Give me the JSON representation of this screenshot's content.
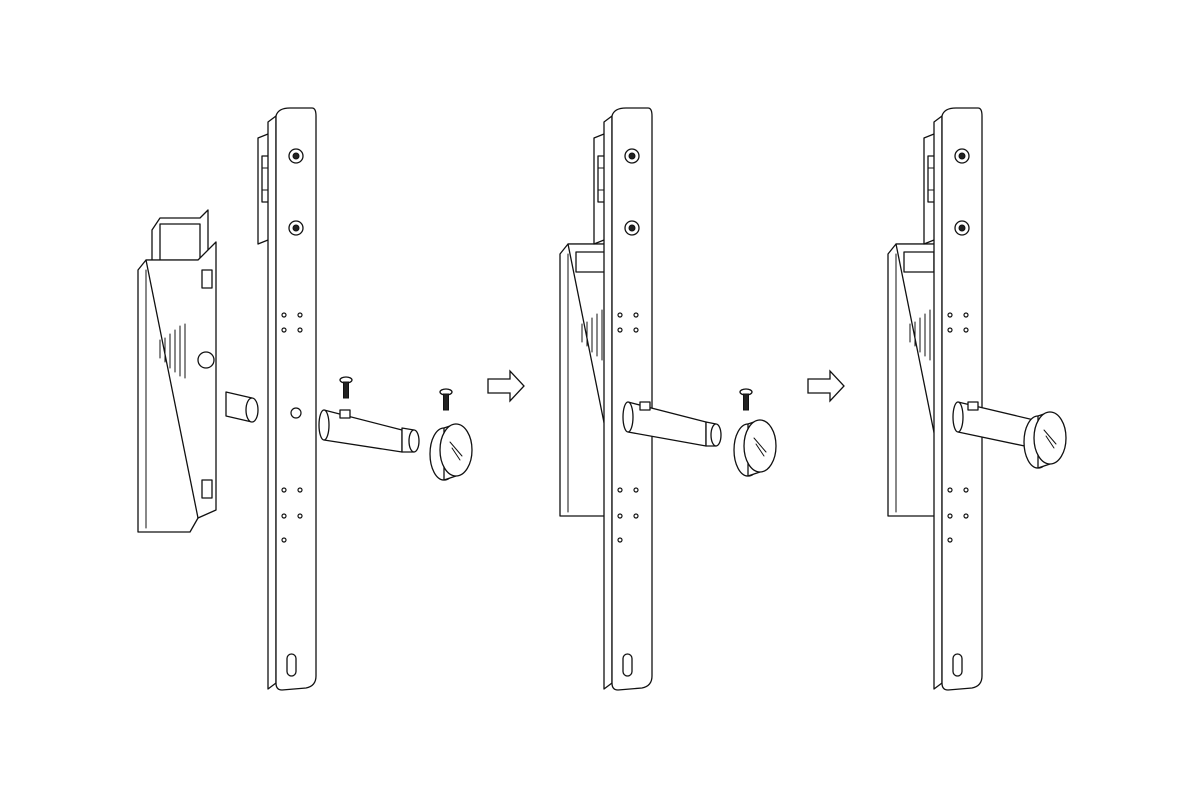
{
  "diagram": {
    "steps": [
      {
        "id": "step-1",
        "state": "exploded"
      },
      {
        "id": "step-2",
        "state": "partially-assembled"
      },
      {
        "id": "step-3",
        "state": "assembled"
      }
    ],
    "transitions": [
      {
        "from": "step-1",
        "to": "step-2",
        "icon": "right-arrow-icon"
      },
      {
        "from": "step-2",
        "to": "step-3",
        "icon": "right-arrow-icon"
      }
    ],
    "parts": [
      "switch-body",
      "mounting-plate",
      "actuator-pin",
      "actuator-sleeve",
      "handle-knob",
      "screw"
    ],
    "line_color": "#111111",
    "background_color": "#ffffff"
  }
}
